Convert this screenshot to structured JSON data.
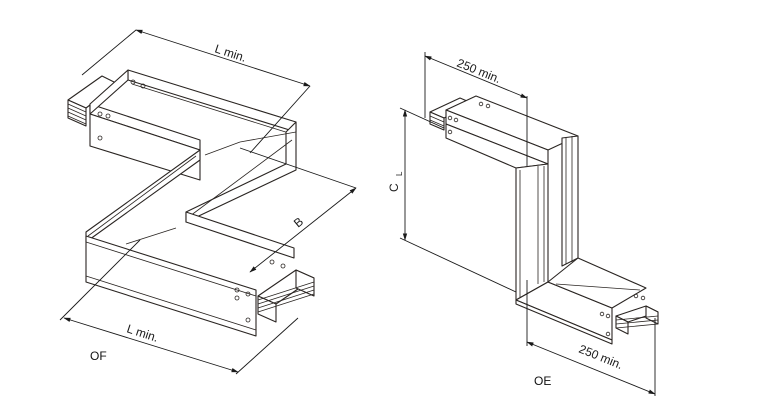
{
  "figures": [
    {
      "id": "OF",
      "caption": "OF",
      "dimensions": {
        "top_length": "L min.",
        "width": "B",
        "bottom_length": "L min."
      }
    },
    {
      "id": "OE",
      "caption": "OE",
      "dimensions": {
        "top_length": "250 min.",
        "height": "C",
        "height_sub": "L",
        "bottom_length": "250 min."
      }
    }
  ],
  "colors": {
    "line": "#2a2522",
    "text": "#1a1a1a",
    "background": "#ffffff"
  }
}
